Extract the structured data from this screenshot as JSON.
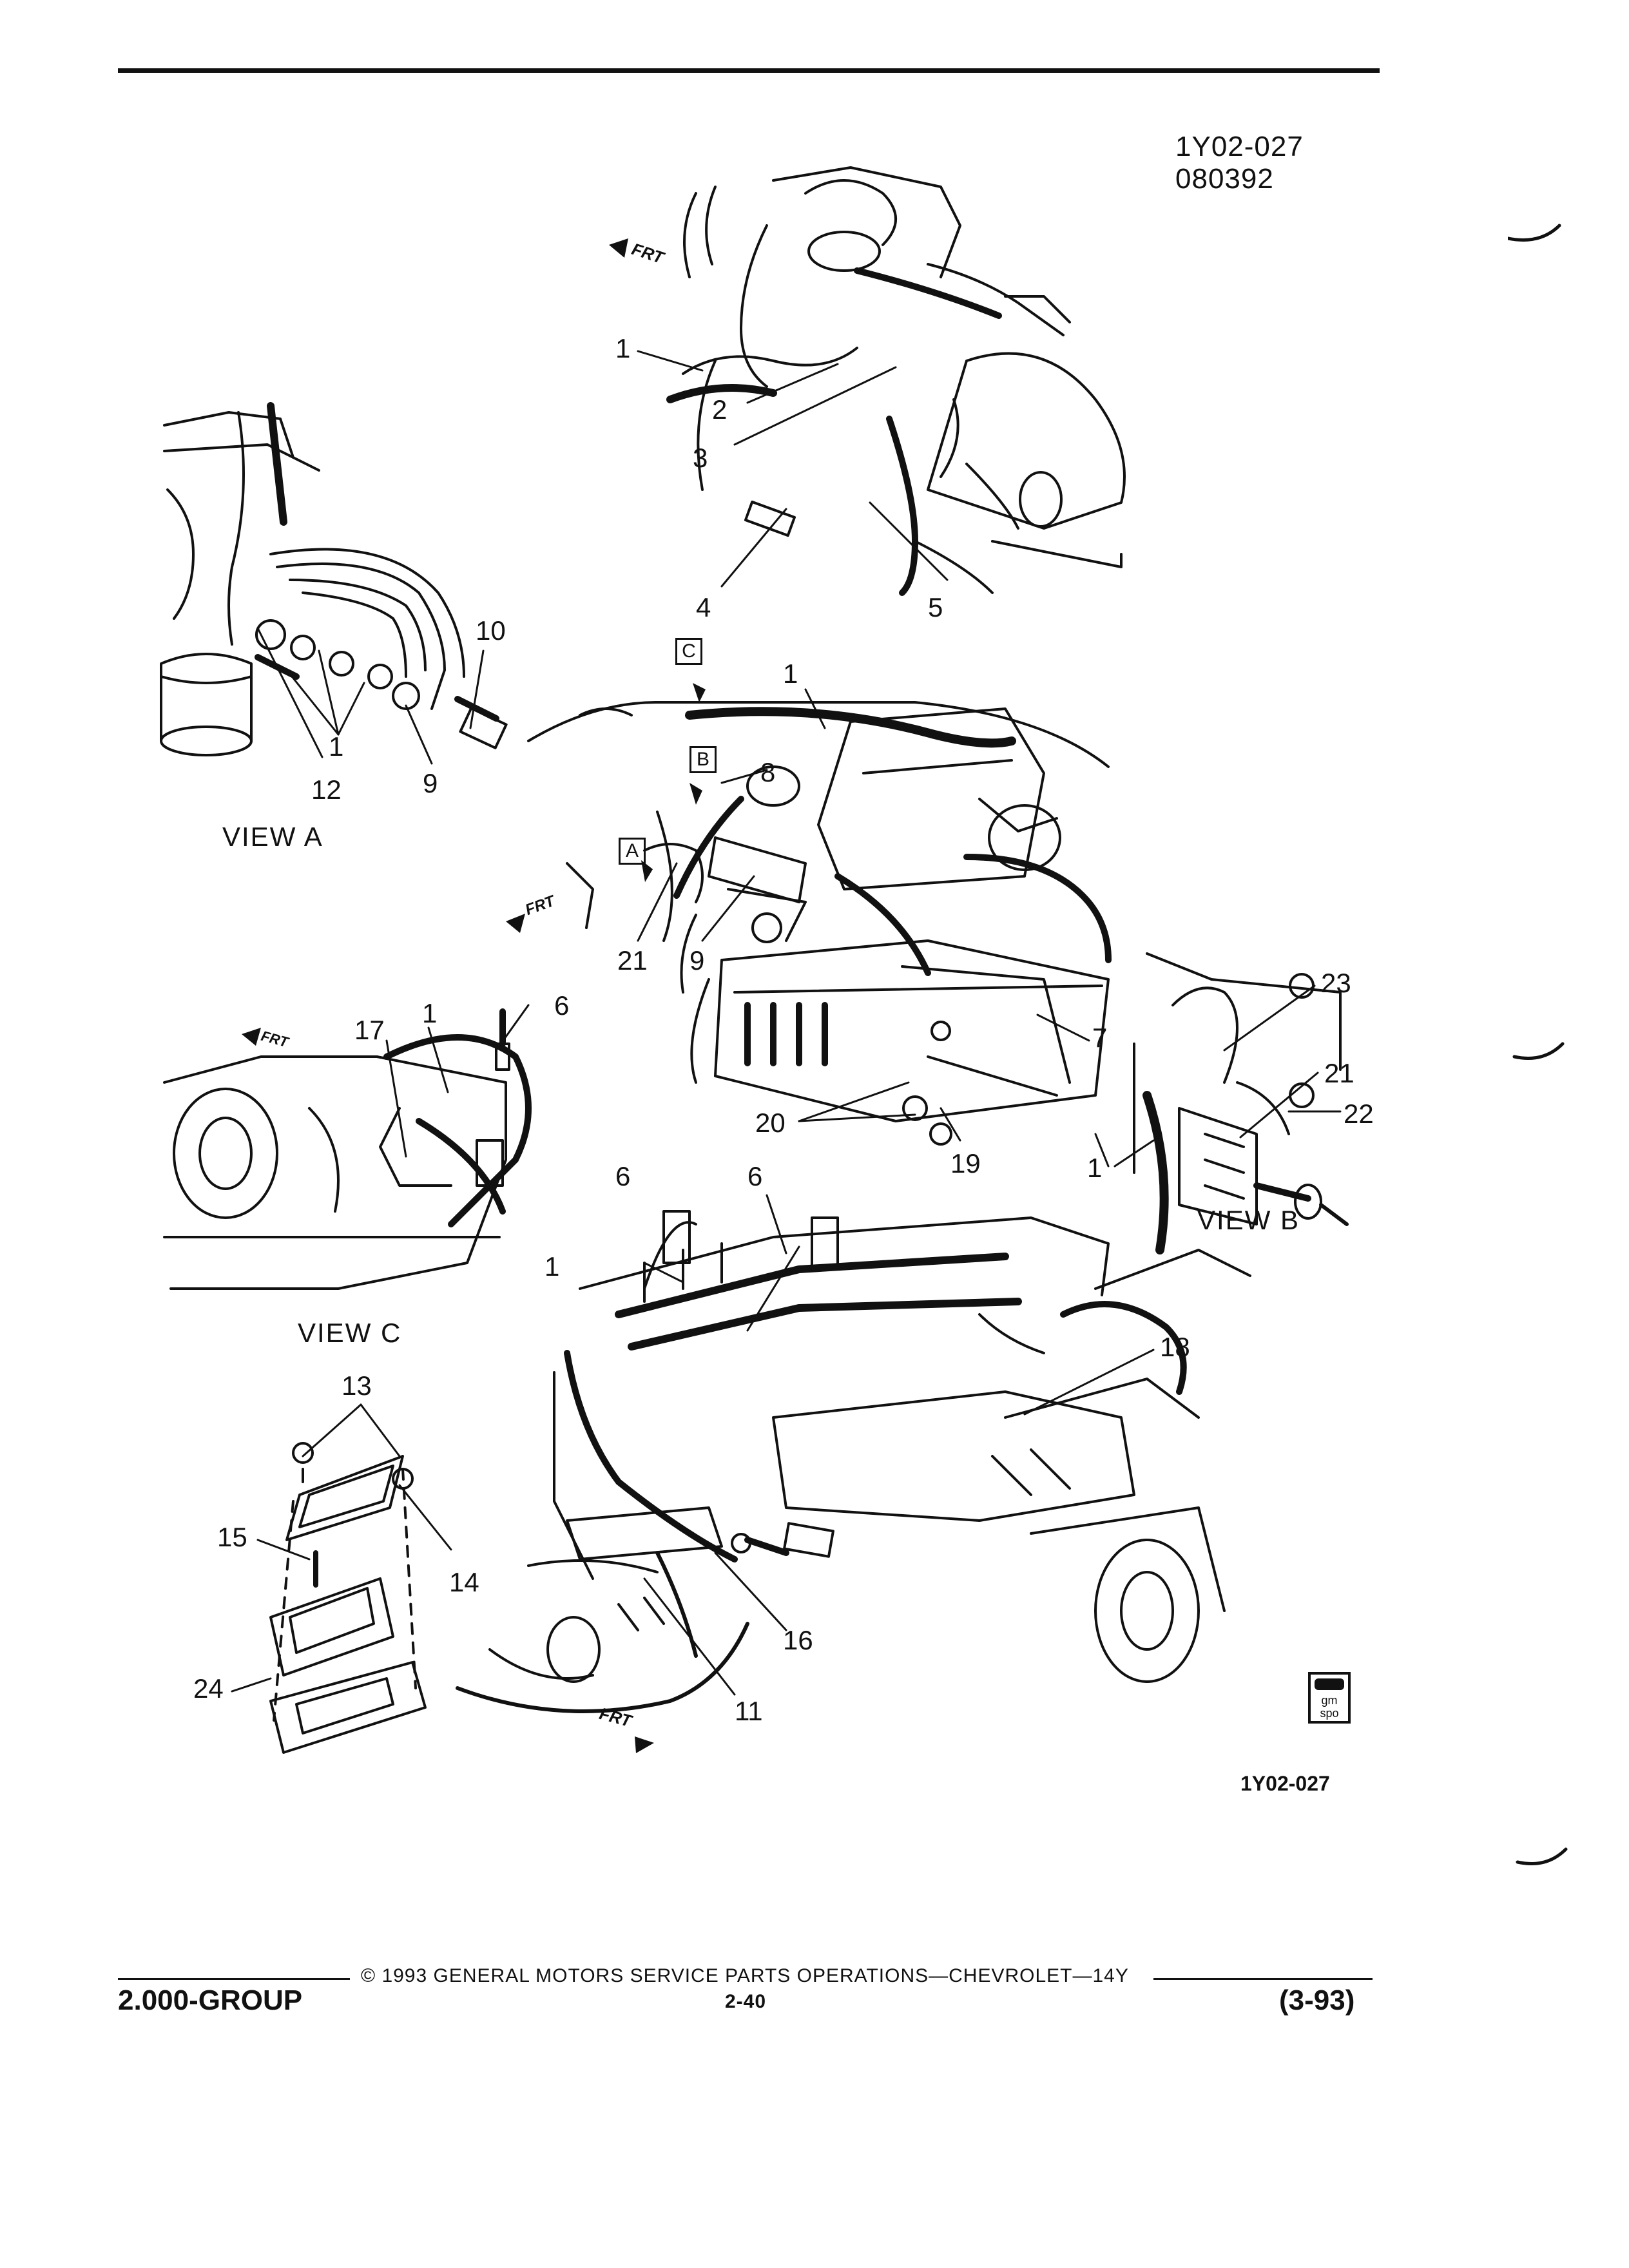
{
  "header": {
    "figure_code": "1Y02-027",
    "date_code": "080392"
  },
  "callouts": [
    "1",
    "2",
    "3",
    "4",
    "5",
    "6",
    "7",
    "8",
    "9",
    "10",
    "11",
    "12",
    "13",
    "14",
    "15",
    "16",
    "17",
    "18",
    "19",
    "20",
    "21",
    "22",
    "23",
    "24"
  ],
  "views": {
    "a": "VIEW  A",
    "b": "VIEW  B",
    "c": "VIEW  C"
  },
  "view_markers": {
    "a": "A",
    "b": "B",
    "c": "C"
  },
  "direction_label": "FRT",
  "bottom_code": "1Y02-027",
  "logo_text": "gm spo",
  "footer": {
    "copyright": "©  1993  GENERAL MOTORS SERVICE PARTS OPERATIONS—CHEVROLET—14Y",
    "group": "2.000-GROUP",
    "page": "2-40",
    "revision": "(3-93)"
  }
}
